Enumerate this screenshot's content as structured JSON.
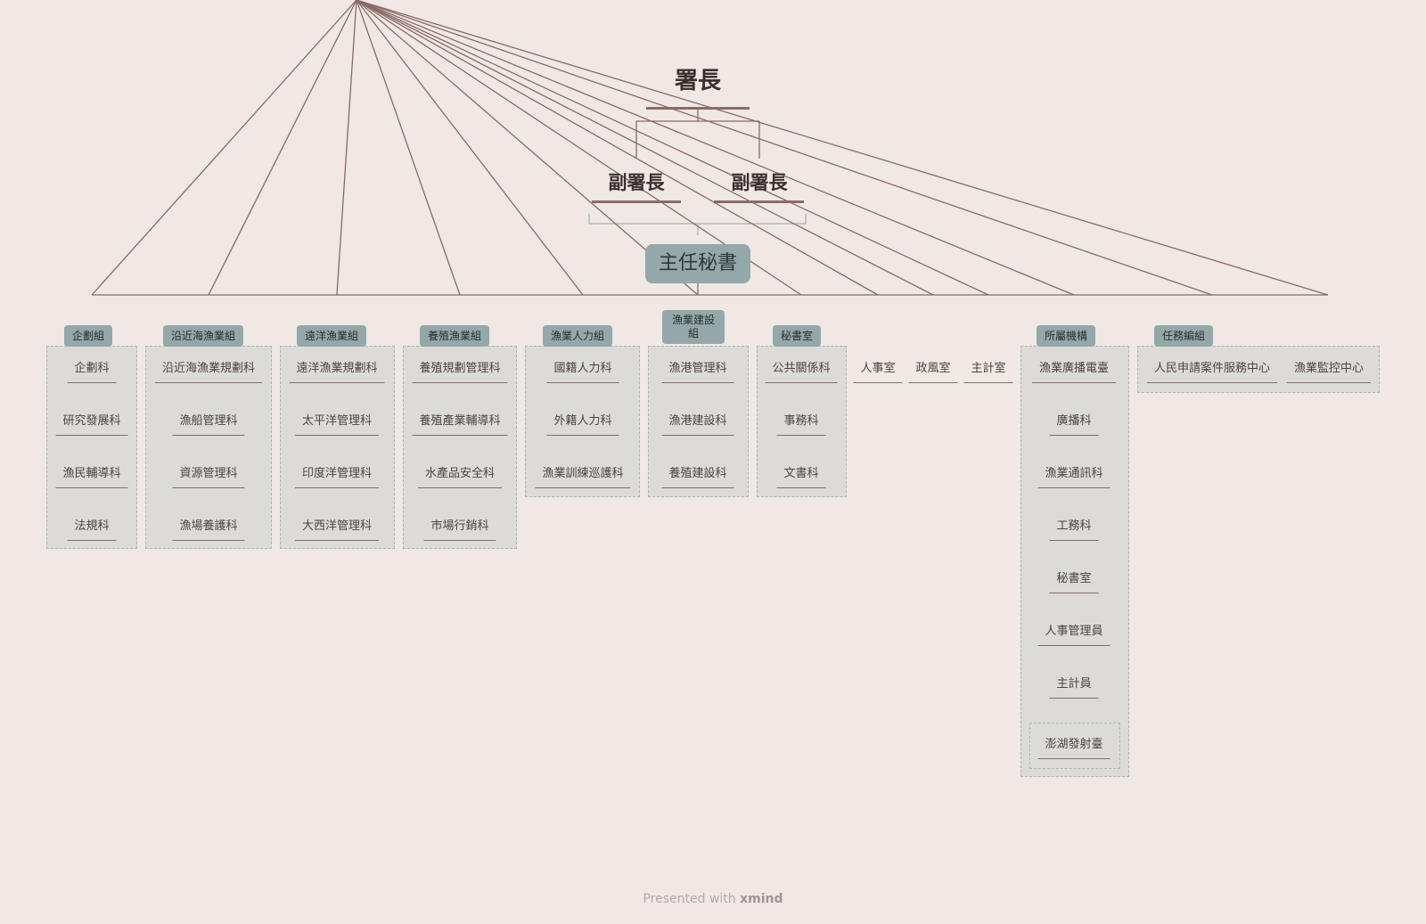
{
  "director": "署長",
  "deputies": [
    "副署長",
    "副署長"
  ],
  "chief_secretary": "主任秘書",
  "divisions": [
    {
      "label": "企劃組",
      "items": [
        "企劃科",
        "研究發展科",
        "漁民輔導科",
        "法規科"
      ]
    },
    {
      "label": "沿近海漁業組",
      "items": [
        "沿近海漁業規劃科",
        "漁船管理科",
        "資源管理科",
        "漁場養護科"
      ]
    },
    {
      "label": "遠洋漁業組",
      "items": [
        "遠洋漁業規劃科",
        "太平洋管理科",
        "印度洋管理科",
        "大西洋管理科"
      ]
    },
    {
      "label": "養殖漁業組",
      "items": [
        "養殖規劃管理科",
        "養殖產業輔導科",
        "水產品安全科",
        "市場行銷科"
      ]
    },
    {
      "label": "漁業人力組",
      "items": [
        "國籍人力科",
        "外籍人力科",
        "漁業訓練巡護科"
      ]
    },
    {
      "label": "漁業建設組",
      "items": [
        "漁港管理科",
        "漁港建設科",
        "養殖建設科"
      ]
    },
    {
      "label": "秘書室",
      "items": [
        "公共關係科",
        "事務科",
        "文書科"
      ]
    }
  ],
  "offices": [
    "人事室",
    "政風室",
    "主計室"
  ],
  "affiliated": {
    "label": "所屬機構",
    "items": [
      "漁業廣播電臺",
      "廣播科",
      "漁業通訊科",
      "工務科",
      "秘書室",
      "人事管理員",
      "主計員"
    ],
    "sub_item": "澎湖發射臺"
  },
  "task_force": {
    "label": "任務編組",
    "items": [
      "人民申請案件服務中心",
      "漁業監控中心"
    ]
  },
  "footer": {
    "prefix": "Presented with",
    "brand": "xmind"
  }
}
